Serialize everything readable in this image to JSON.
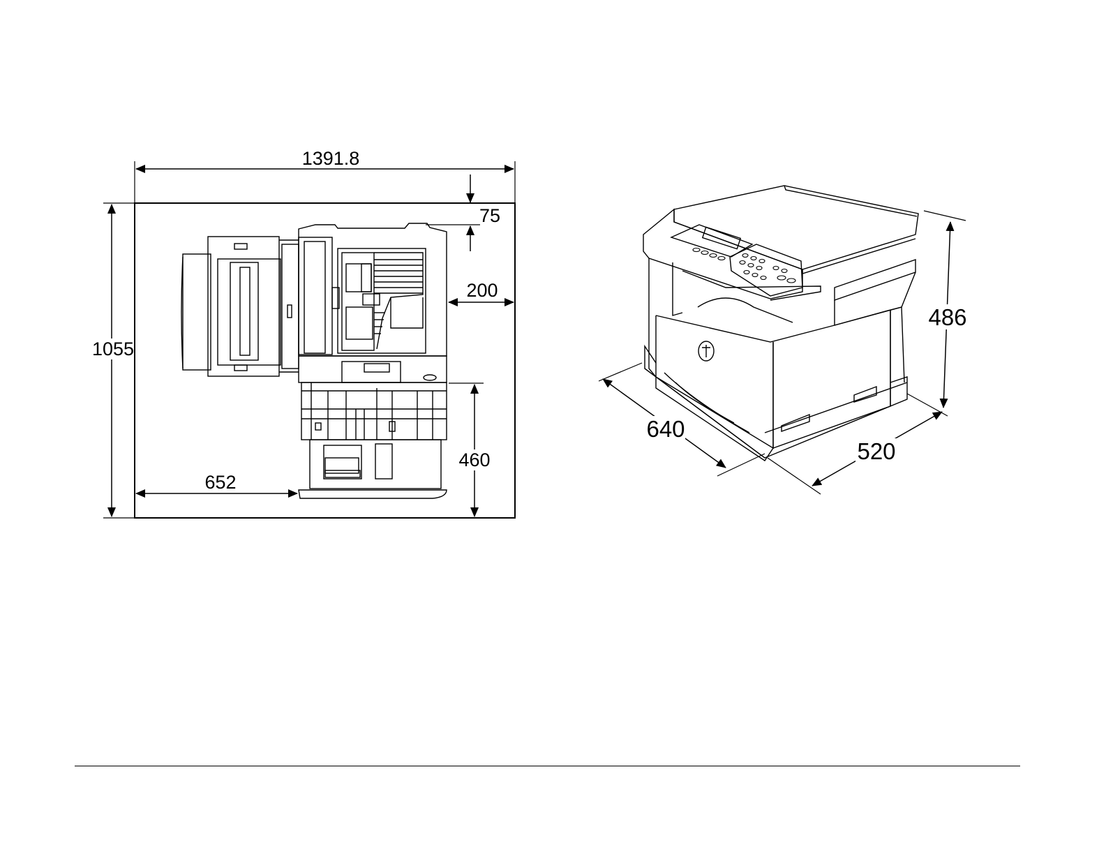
{
  "diagram": {
    "top_view": {
      "width_overall": "1391.8",
      "depth_overall": "1055",
      "rear_clearance": "75",
      "right_clearance": "200",
      "front_to_tray": "460",
      "left_to_tray": "652"
    },
    "iso_view": {
      "width": "640",
      "depth": "520",
      "height": "486"
    }
  }
}
